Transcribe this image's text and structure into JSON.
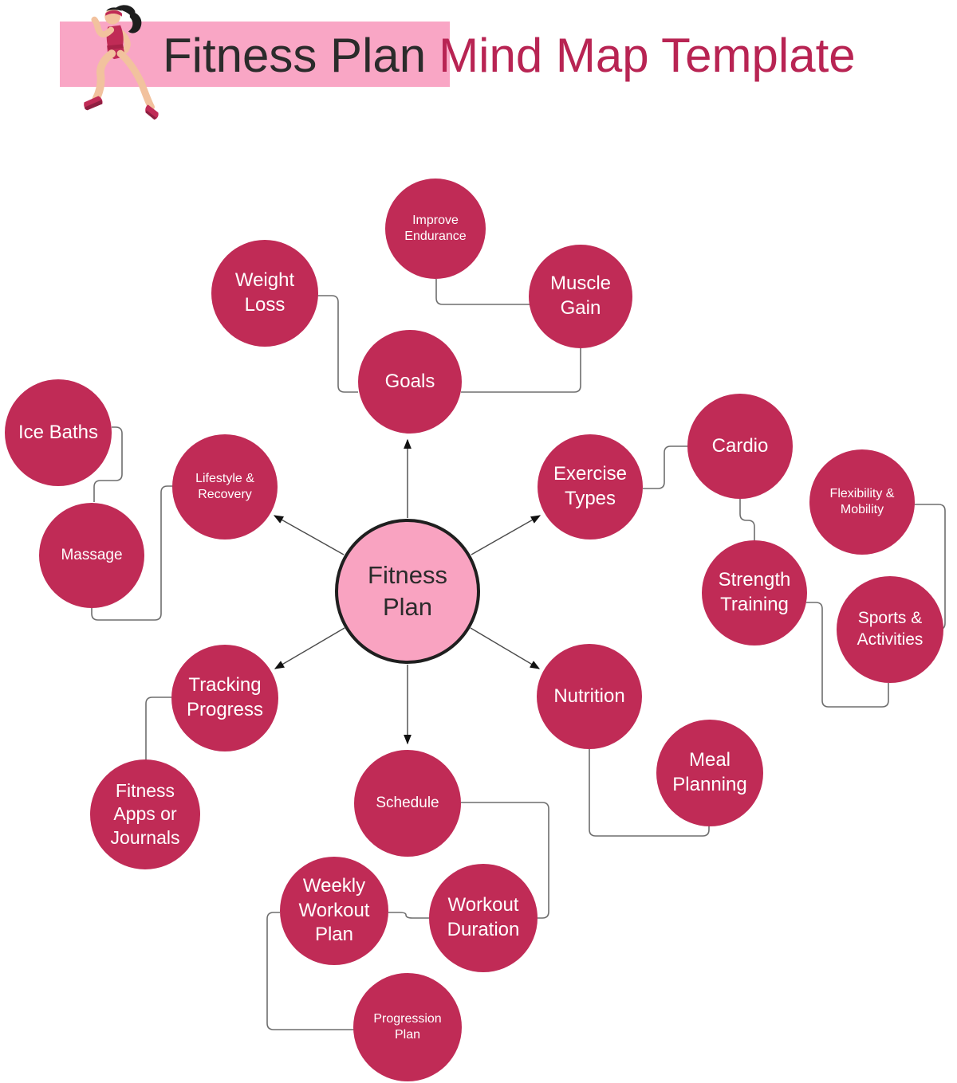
{
  "header": {
    "title_primary": "Fitness Plan",
    "title_secondary": "Mind Map Template",
    "icon": "running-woman-icon"
  },
  "palette": {
    "node_fill": "#C02B56",
    "node_text": "#FFFFFF",
    "hub_fill": "#F9A3C1",
    "hub_border": "#1F1F1F",
    "hub_text": "#2B2B2B",
    "banner_bg": "#F9A6C5",
    "title_primary_color": "#2B2B2B",
    "title_secondary_color": "#B82453",
    "connector_color": "#6E6E6E",
    "spoke_color": "#4A4A4A"
  },
  "mindmap": {
    "center": {
      "label": "Fitness Plan"
    },
    "nodes": {
      "goals": {
        "label": "Goals"
      },
      "weight_loss": {
        "label": "Weight Loss"
      },
      "improve_endurance": {
        "label": "Improve Endurance"
      },
      "muscle_gain": {
        "label": "Muscle Gain"
      },
      "exercise_types": {
        "label": "Exercise Types"
      },
      "cardio": {
        "label": "Cardio"
      },
      "flexibility_mobility": {
        "label": "Flexibility & Mobility"
      },
      "strength_training": {
        "label": "Strength Training"
      },
      "sports_activities": {
        "label": "Sports & Activities"
      },
      "nutrition": {
        "label": "Nutrition"
      },
      "meal_planning": {
        "label": "Meal Planning"
      },
      "schedule": {
        "label": "Schedule"
      },
      "weekly_workout_plan": {
        "label": "Weekly Workout Plan"
      },
      "workout_duration": {
        "label": "Workout Duration"
      },
      "progression_plan": {
        "label": "Progression Plan"
      },
      "tracking_progress": {
        "label": "Tracking Progress"
      },
      "fitness_apps_journals": {
        "label": "Fitness Apps or Journals"
      },
      "lifestyle_recovery": {
        "label": "Lifestyle & Recovery"
      },
      "ice_baths": {
        "label": "Ice Baths"
      },
      "massage": {
        "label": "Massage"
      }
    }
  }
}
